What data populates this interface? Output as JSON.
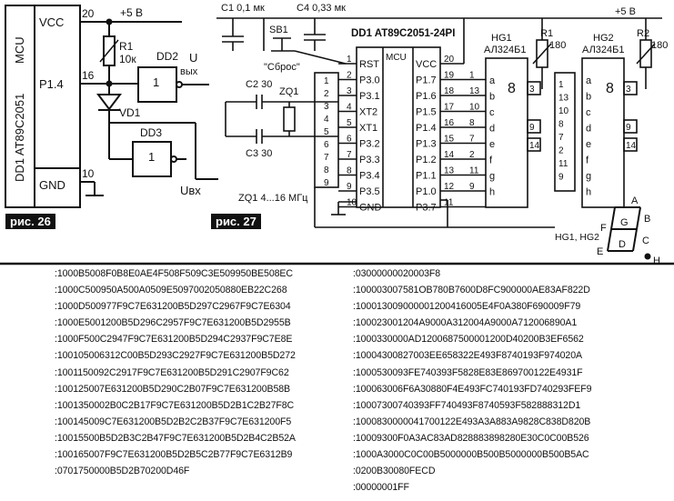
{
  "fig26": {
    "caption": "рис. 26",
    "chip": "DD1 AT89C2051",
    "chip_side": "MCU",
    "pins": {
      "vcc": "VCC",
      "p14": "P1.4",
      "gnd": "GND"
    },
    "pin_numbers": {
      "vcc": "20",
      "p14": "16",
      "gnd": "10"
    },
    "supply": "+5 В",
    "r1": {
      "name": "R1",
      "value": "10к"
    },
    "vd1": "VD1",
    "dd2": {
      "name": "DD2",
      "symbol": "1",
      "out": "U",
      "out_sub": "вых"
    },
    "dd3": {
      "name": "DD3",
      "symbol": "1",
      "out": "Uвх"
    }
  },
  "fig27": {
    "caption": "рис. 27",
    "c1": "C1 0,1 мк",
    "c4": "C4 0,33 мк",
    "sb1": "SB1",
    "reset": "\"Сброс\"",
    "dd1": "DD1 AT89C2051-24PI",
    "mcu": "MCU",
    "supply": "+5 В",
    "c2": "C2 30",
    "c3": "C3 30",
    "zq1": "ZQ1",
    "zq1_range": "ZQ1  4...16 МГц",
    "left_pins": [
      "RST",
      "P3.0",
      "P3.1",
      "XT2",
      "XT1",
      "P3.2",
      "P3.3",
      "P3.4",
      "P3.5",
      "GND"
    ],
    "left_nums": [
      "1",
      "2",
      "3",
      "4",
      "5",
      "6",
      "7",
      "8",
      "9",
      "10"
    ],
    "left_ext": [
      "1",
      "2",
      "3",
      "4",
      "5",
      "6",
      "7",
      "8",
      "9"
    ],
    "right_pins": [
      "VCC",
      "P1.7",
      "P1.6",
      "P1.5",
      "P1.4",
      "P1.3",
      "P1.2",
      "P1.1",
      "P1.0",
      "P3.7"
    ],
    "right_nums": [
      "20",
      "19",
      "18",
      "17",
      "16",
      "15",
      "14",
      "13",
      "12",
      "11"
    ],
    "mid_nums": [
      "1",
      "13",
      "10",
      "8",
      "7",
      "2",
      "11",
      "9"
    ],
    "hg1": {
      "name": "HG1",
      "type": "АЛ324Б1",
      "segs": [
        "a",
        "b",
        "c",
        "d",
        "e",
        "f",
        "g",
        "h"
      ],
      "pins_right": [
        "3",
        "9",
        "14"
      ]
    },
    "hg2": {
      "name": "HG2",
      "type": "АЛ324Б1",
      "segs": [
        "a",
        "b",
        "c",
        "d",
        "e",
        "f",
        "g",
        "h"
      ],
      "pins_left": [
        "1",
        "13",
        "10",
        "8",
        "7",
        "2",
        "11",
        "9"
      ],
      "pins_right": [
        "3",
        "9",
        "14"
      ]
    },
    "r1": {
      "name": "R1",
      "value": "180"
    },
    "r2": {
      "name": "R2",
      "value": "180"
    },
    "seg_legend": {
      "label": "HG1, HG2",
      "A": "A",
      "B": "B",
      "C": "C",
      "D": "D",
      "E": "E",
      "F": "F",
      "G": "G",
      "H": "H"
    }
  },
  "hex_left": [
    ":1000B5008F0B8E0AE4F508F509C3E509950BE508EC",
    ":1000C500950A500A0509E5097002050880EB22C268",
    ":1000D500977F9C7E631200B5D297C2967F9C7E6304",
    ":1000E5001200B5D296C2957F9C7E631200B5D2955B",
    ":1000F500C2947F9C7E631200B5D294C2937F9C7E8E",
    ":100105006312C00B5D293C2927F9C7E631200B5D272",
    ":1001150092C2917F9C7E631200B5D291C2907F9C62",
    ":100125007E631200B5D290C2B07F9C7E631200B58B",
    ":1001350002B0C2B17F9C7E631200B5D2B1C2B27F8C",
    ":100145009C7E631200B5D2B2C2B37F9C7E631200F5",
    ":10015500B5D2B3C2B47F9C7E631200B5D2B4C2B52A",
    ":100165007F9C7E631200B5D2B5C2B77F9C7E6312B9",
    ":0701750000B5D2B70200D46F"
  ],
  "hex_right": [
    ":03000000020003F8",
    ":100003007581OB780B7600D8FC900000AE83AF822D",
    ":100013009000001200416005E4F0A380F690009F79",
    ":100023001204A9000A312004A9000A712006890A1",
    ":1000330000AD1200687500001200D40200B3EF6562",
    ":10004300827003EE658322E493F8740193F974020A",
    ":1000530093FE740393F5828E83E869700122E4931F",
    ":100063006F6A30880F4E493FC740193FD740293FEF9",
    ":10007300740393FF740493F8740593F582888312D1",
    ":1000830000041700122E493A3A883A9828C838D820B",
    ":10009300F0A3AC83AD828883898280E30C0C00B526",
    ":1000A3000C0C00B5000000B500B5000000B500B5AC",
    ":0200B30080FECD",
    ":00000001FF"
  ]
}
